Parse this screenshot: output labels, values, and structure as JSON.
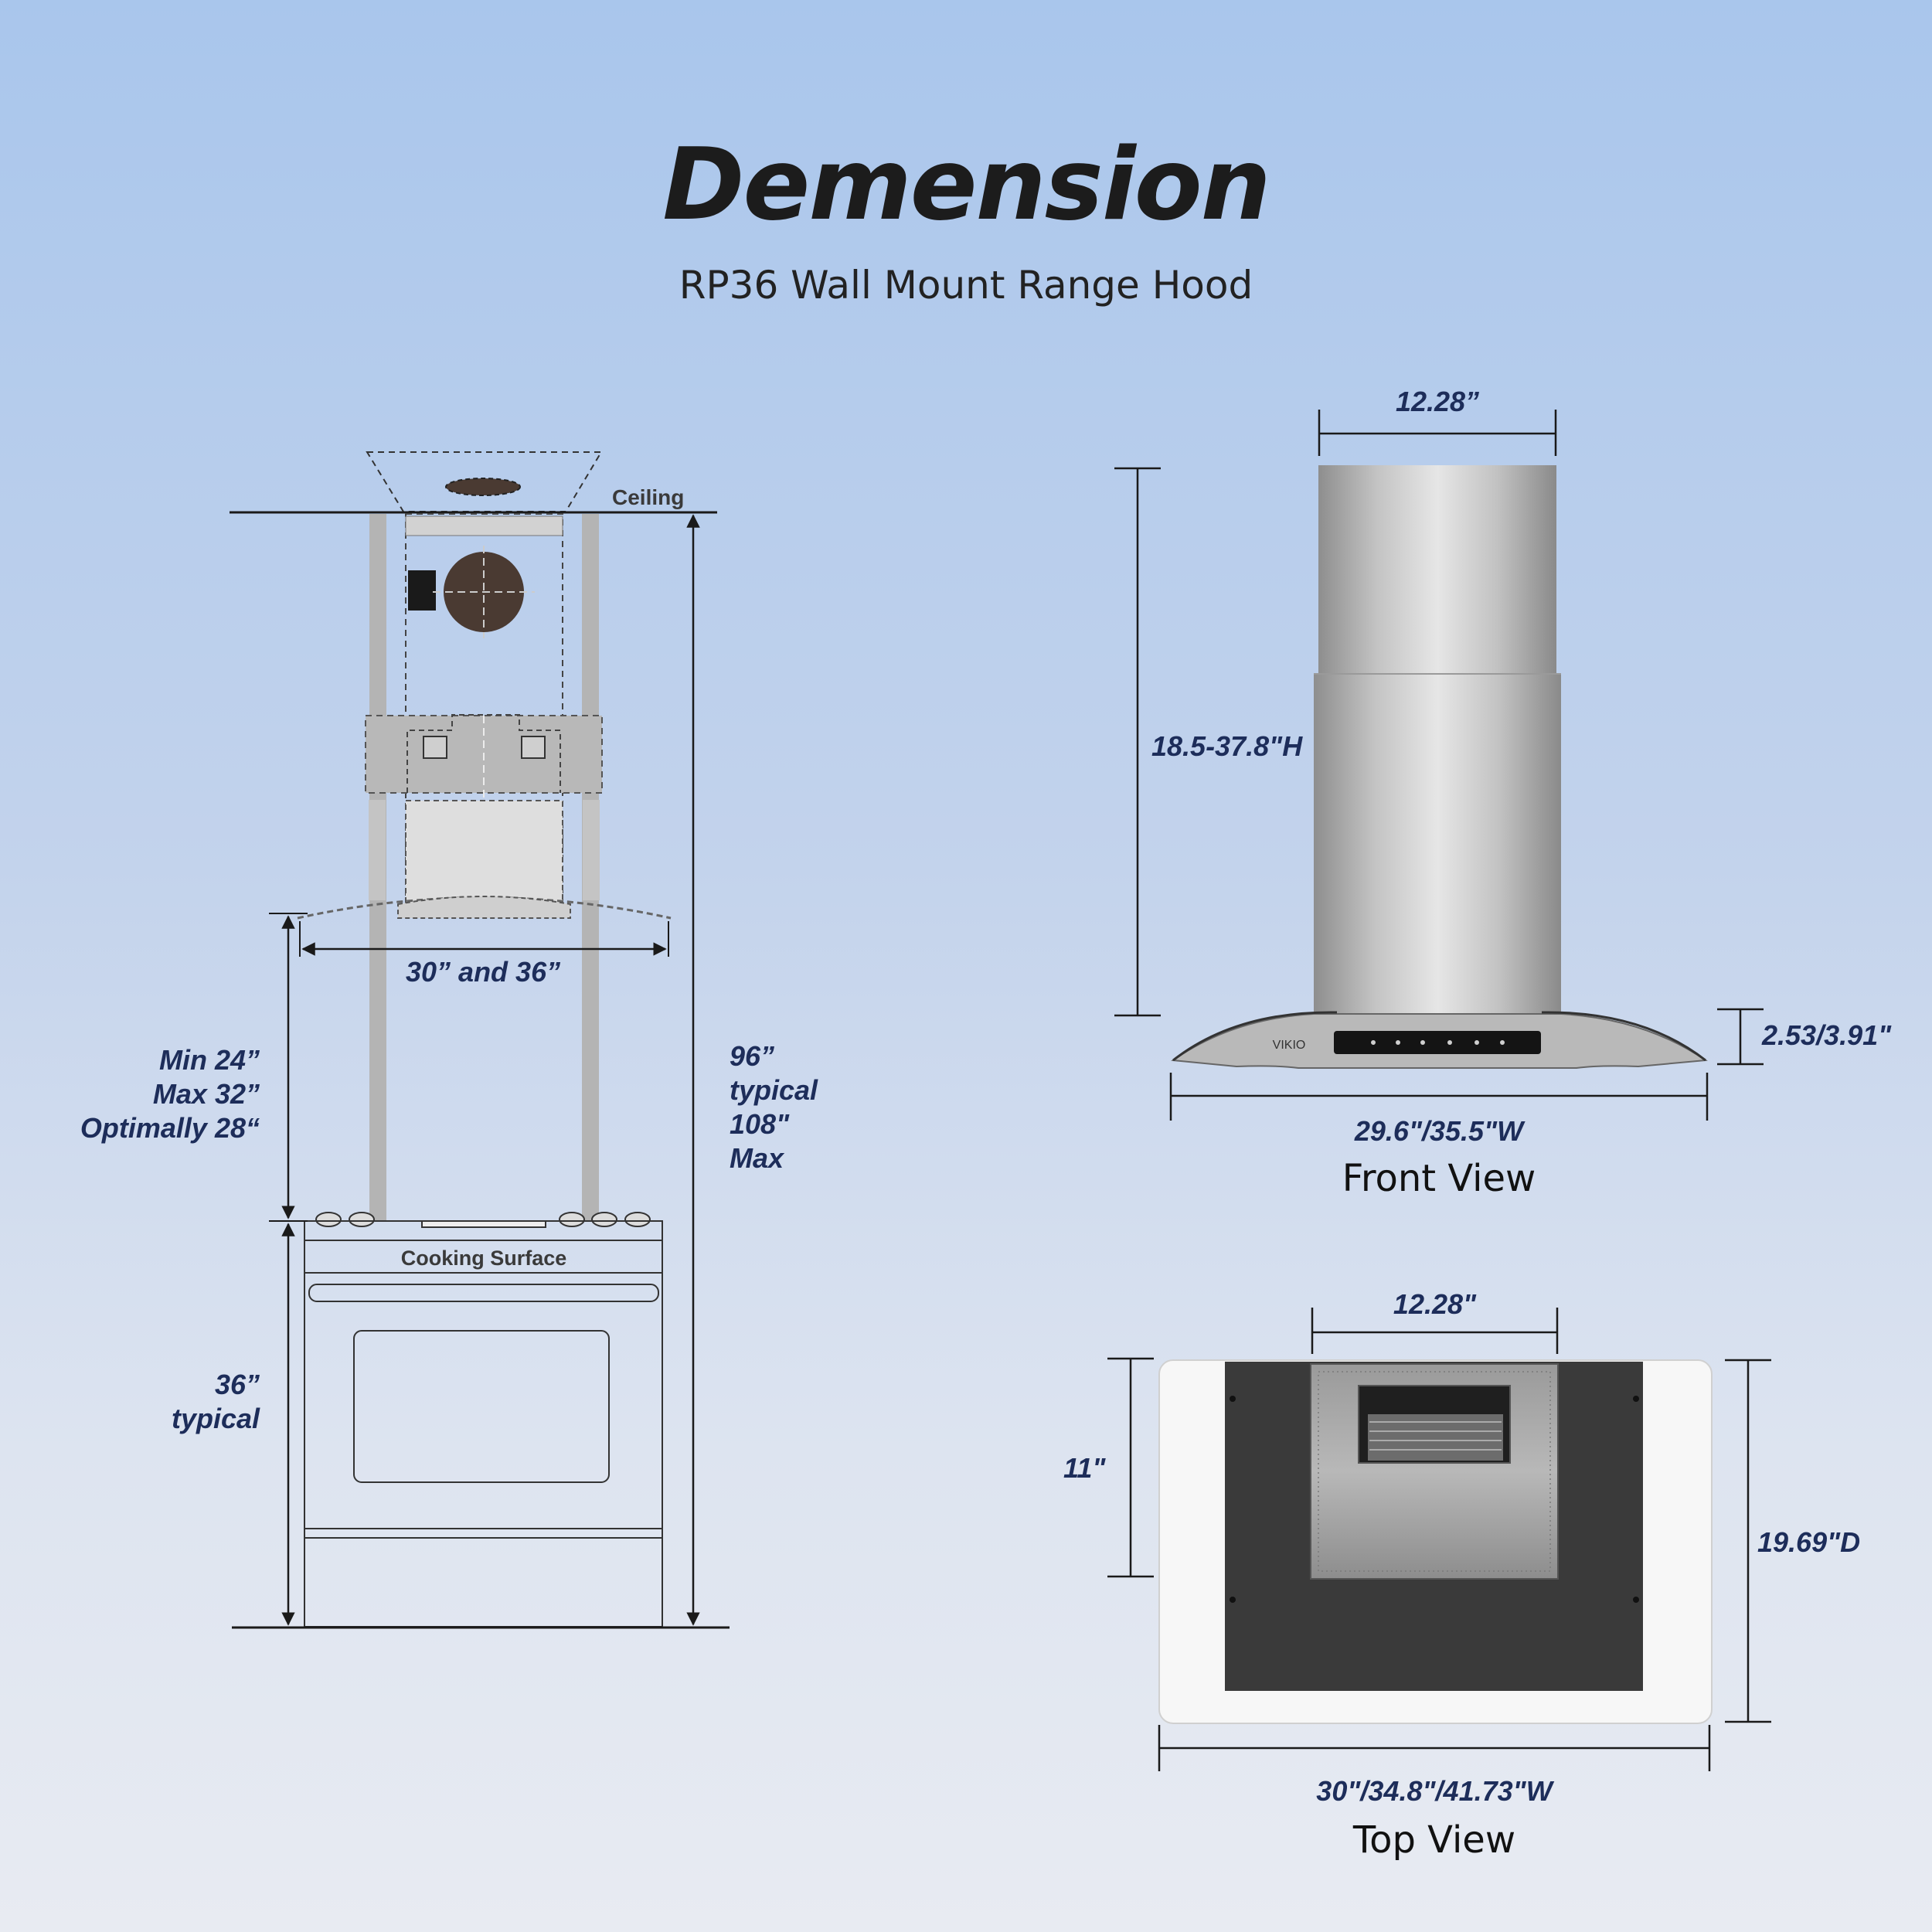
{
  "header": {
    "title": "Demension",
    "subtitle": "RP36 Wall Mount Range Hood"
  },
  "side_view": {
    "ceiling_label": "Ceiling",
    "cooking_surface_label": "Cooking Surface",
    "width_label": "30” and 36”",
    "clearance_lines": [
      "Min 24”",
      "Max 32”",
      "Optimally 28“"
    ],
    "total_height_lines": [
      "96”",
      "typical",
      "108\"",
      "Max"
    ],
    "counter_height_lines": [
      "36”",
      "typical"
    ]
  },
  "front_view": {
    "label": "Front View",
    "chimney_width": "12.28”",
    "chimney_height": "18.5-37.8\"H",
    "hood_height": "2.53/3.91\"",
    "hood_width": "29.6\"/35.5\"W",
    "brand": "VIKIO"
  },
  "top_view": {
    "label": "Top View",
    "chimney_width": "12.28\"",
    "chimney_depth": "11\"",
    "hood_depth": "19.69\"D",
    "hood_width": "30\"/34.8\"/41.73\"W"
  },
  "colors": {
    "dimension_text": "#1d2d5a",
    "line": "#1a1a1a",
    "stainless": "#c9c9c9",
    "glass_dark": "#3a3a3a"
  }
}
